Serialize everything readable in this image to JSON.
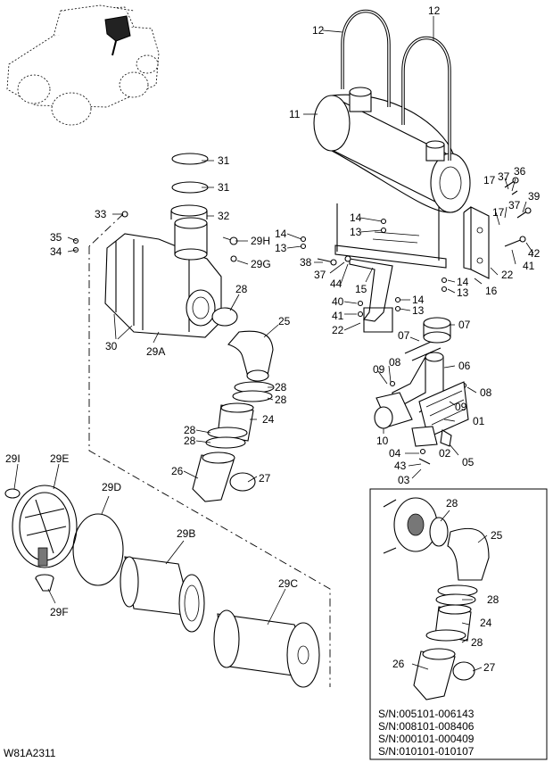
{
  "drawing_code": "W81A2311",
  "serial_numbers": [
    "S/N:005101-006143",
    "S/N:008101-008406",
    "S/N:000101-000409",
    "S/N:010101-010107"
  ],
  "labels": {
    "p11": "11",
    "p12a": "12",
    "p12b": "12",
    "p31a": "31",
    "p31b": "31",
    "p32": "32",
    "p33": "33",
    "p35": "35",
    "p34": "34",
    "p29H": "29H",
    "p29G": "29G",
    "p28a": "28",
    "p25": "25",
    "p30": "30",
    "p29A": "29A",
    "p28b": "28",
    "p28c": "28",
    "p24": "24",
    "p28d": "28",
    "p28e": "28",
    "p26": "26",
    "p27": "27",
    "p14a": "14",
    "p13a": "13",
    "p14b": "14",
    "p13b": "13",
    "p38": "38",
    "p37a": "37",
    "p44": "44",
    "p15": "15",
    "p40": "40",
    "p41a": "41",
    "p22a": "22",
    "p14c": "14",
    "p13c": "13",
    "p17a": "17",
    "p37b": "37",
    "p36": "36",
    "p39": "39",
    "p17b": "17",
    "p37c": "37",
    "p42": "42",
    "p41b": "41",
    "p22b": "22",
    "p16": "16",
    "p14d": "14",
    "p13d": "13",
    "p07a": "07",
    "p07b": "07",
    "p08a": "08",
    "p09a": "09",
    "p06": "06",
    "p08b": "08",
    "p09b": "09",
    "p01": "01",
    "p10": "10",
    "p04": "04",
    "p02": "02",
    "p05": "05",
    "p43": "43",
    "p03": "03",
    "p29I": "29I",
    "p29E": "29E",
    "p29D": "29D",
    "p29B": "29B",
    "p29F": "29F",
    "p29C": "29C",
    "i28a": "28",
    "i25": "25",
    "i28b": "28",
    "i24": "24",
    "i28c": "28",
    "i26": "26",
    "i27": "27"
  }
}
